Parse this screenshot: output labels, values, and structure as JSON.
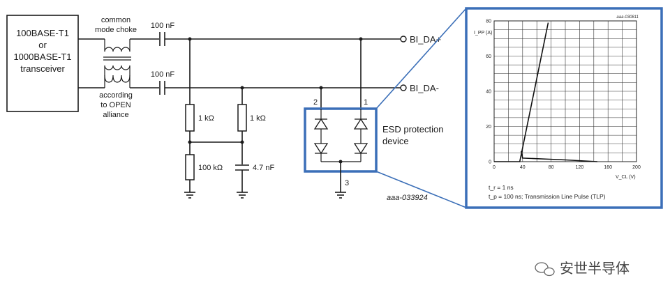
{
  "transceiver": {
    "line1": "100BASE-T1",
    "line2": "or",
    "line3": "1000BASE-T1",
    "line4": "transceiver"
  },
  "choke": {
    "top_line1": "common",
    "top_line2": "mode choke",
    "bottom_line1": "according",
    "bottom_line2": "to OPEN",
    "bottom_line3": "alliance"
  },
  "components": {
    "cap_top": "100 nF",
    "cap_bottom": "100 nF",
    "r1": "1 kΩ",
    "r2": "1 kΩ",
    "r3": "100 kΩ",
    "c3": "4.7 nF"
  },
  "nets": {
    "da_plus": "BI_DA+",
    "da_minus": "BI_DA-"
  },
  "esd": {
    "title_line1": "ESD protection",
    "title_line2": "device",
    "pin1": "1",
    "pin2": "2",
    "pin3": "3",
    "ref": "aaa-033924"
  },
  "colors": {
    "accent": "#3b6fb8"
  },
  "chart_data": {
    "type": "line",
    "ref": "aaa-030811",
    "ylabel": "I_PP (A)",
    "xlabel": "V_CL (V)",
    "xlim": [
      0,
      200
    ],
    "ylim": [
      0,
      80
    ],
    "xticks": [
      0,
      40,
      80,
      120,
      160,
      200
    ],
    "yticks": [
      0,
      20,
      40,
      60,
      80
    ],
    "grid": true,
    "series": [
      {
        "points": [
          [
            0,
            0
          ],
          [
            36,
            0
          ],
          [
            38,
            4
          ],
          [
            76,
            79
          ]
        ]
      },
      {
        "points": [
          [
            38,
            6
          ],
          [
            40,
            2
          ],
          [
            100,
            1
          ],
          [
            145,
            0
          ]
        ]
      }
    ],
    "notes": [
      "t_r = 1 ns",
      "t_p = 100 ns; Transmission Line Pulse (TLP)"
    ]
  },
  "watermark": {
    "text": "安世半导体"
  }
}
